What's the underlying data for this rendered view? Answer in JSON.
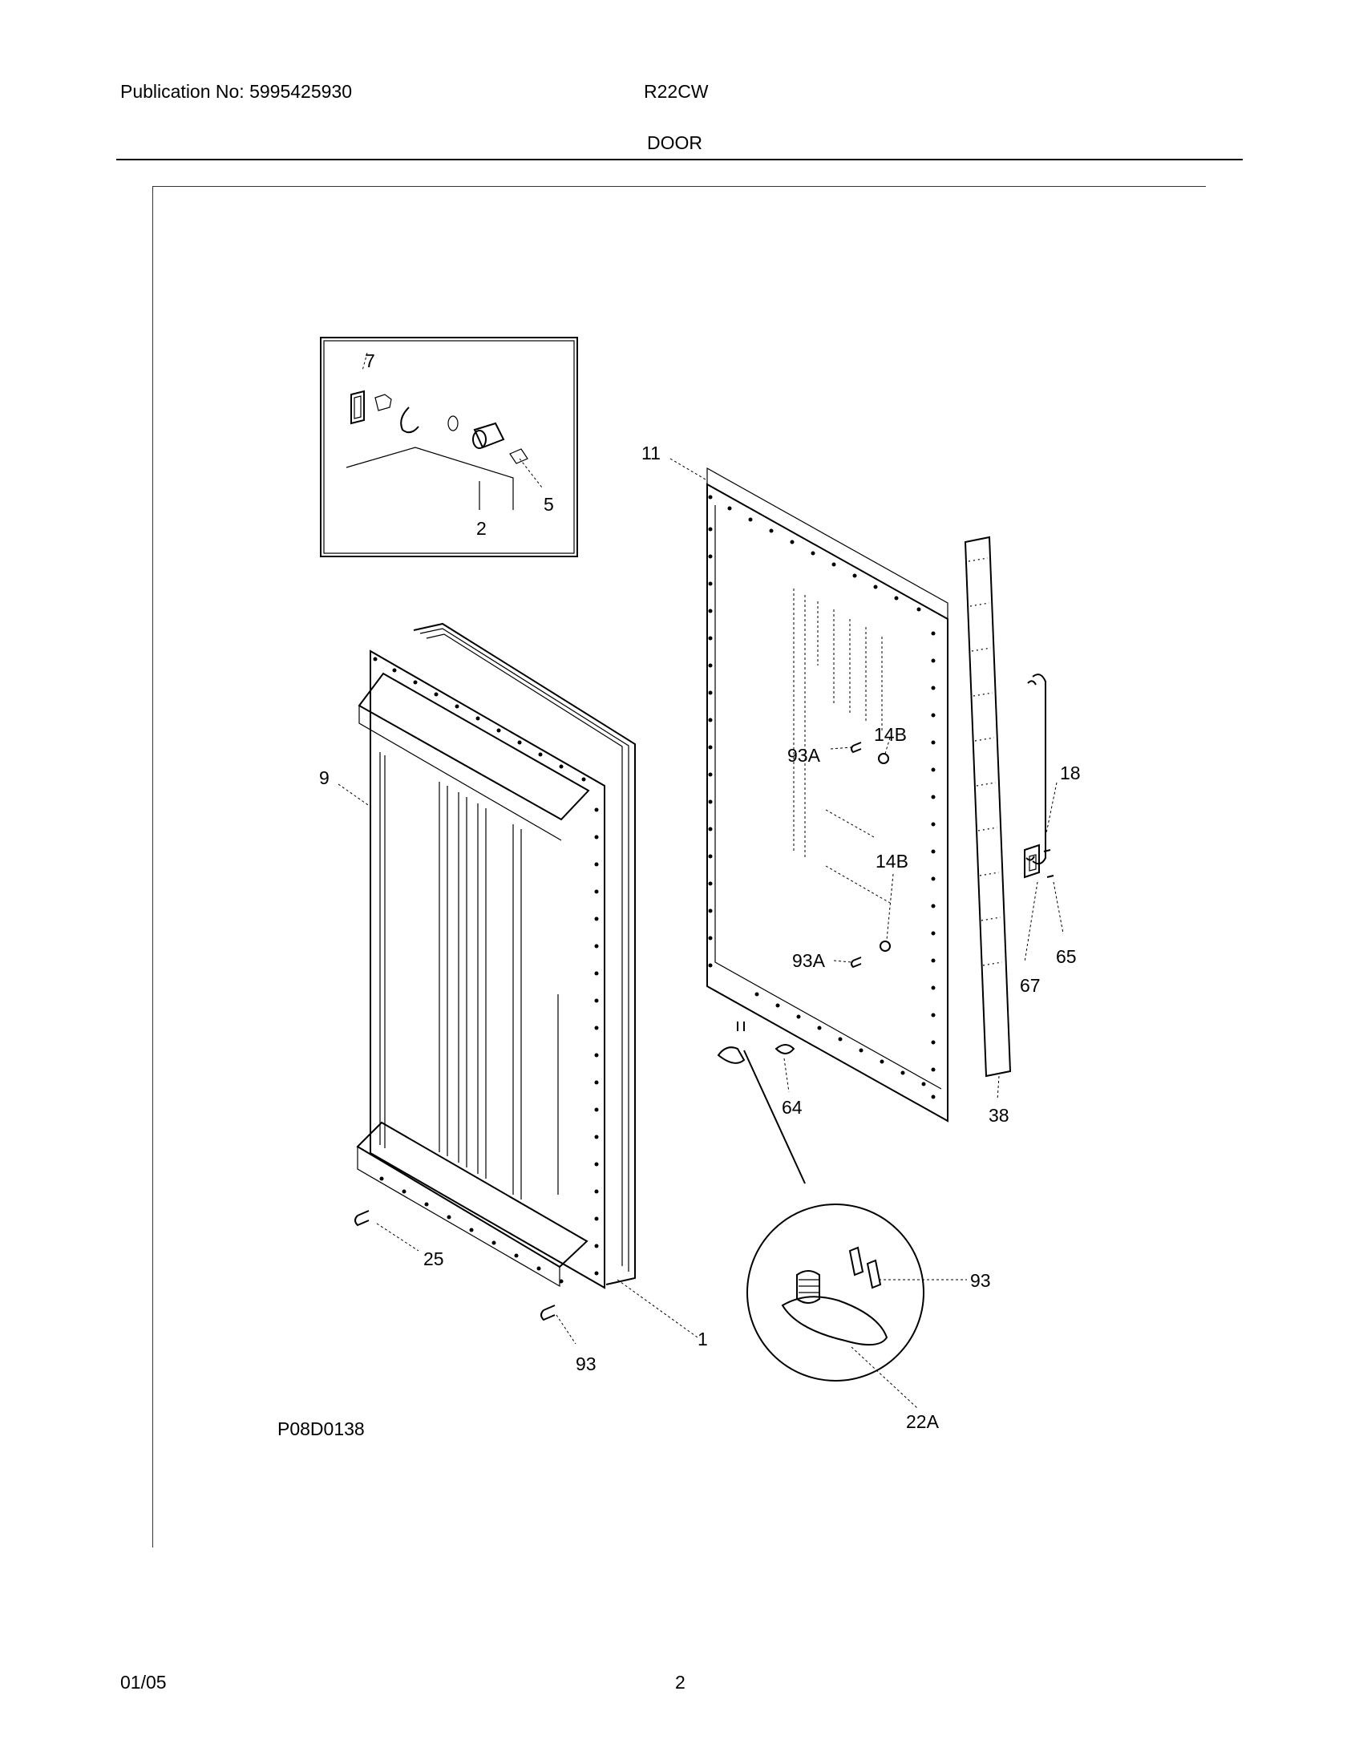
{
  "header": {
    "publication": "Publication No: 5995425930",
    "model": "R22CW",
    "section_title": "DOOR"
  },
  "diagram": {
    "drawing_id": "P08D0138",
    "callouts": [
      "7",
      "2",
      "5",
      "11",
      "14B",
      "93A",
      "18",
      "9",
      "14B",
      "93A",
      "65",
      "67",
      "64",
      "38",
      "25",
      "1",
      "93",
      "93",
      "22A"
    ]
  },
  "footer": {
    "date": "01/05",
    "page": "2"
  }
}
